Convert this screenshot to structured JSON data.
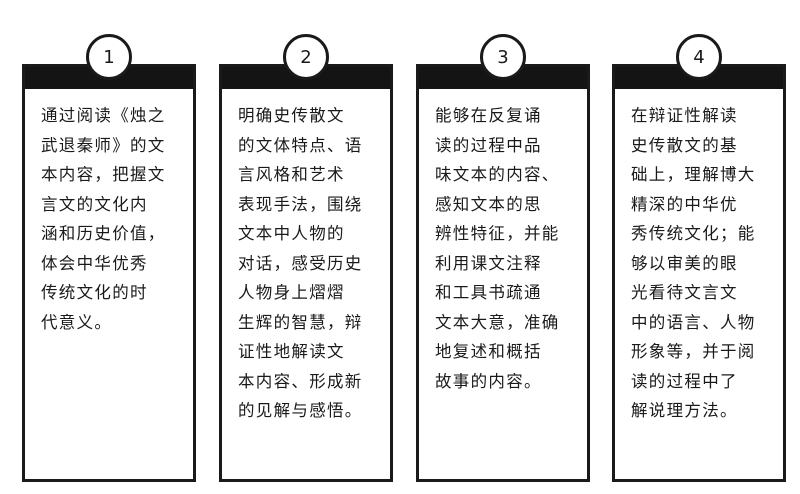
{
  "steps": [
    {
      "number": "1",
      "lines": [
        "通过阅读《烛之",
        "武退秦师》的文",
        "本内容，把握文",
        "言文的文化内",
        "涵和历史价值，",
        "体会中华优秀",
        "传统文化的时",
        "代意义。"
      ]
    },
    {
      "number": "2",
      "lines": [
        "明确史传散文",
        "的文体特点、语",
        "言风格和艺术",
        "表现手法，围绕",
        "文本中人物的",
        "对话，感受历史",
        "人物身上熠熠",
        "生辉的智慧，辩",
        "证性地解读文",
        "本内容、形成新",
        "的见解与感悟。"
      ]
    },
    {
      "number": "3",
      "lines": [
        "能够在反复诵",
        "读的过程中品",
        "味文本的内容、",
        "感知文本的思",
        "辨性特征，并能",
        "利用课文注释",
        "和工具书疏通",
        "文本大意，准确",
        "地复述和概括",
        "故事的内容。"
      ]
    },
    {
      "number": "4",
      "lines": [
        "在辩证性解读",
        "史传散文的基",
        "础上，理解博大",
        "精深的中华优",
        "秀传统文化；能",
        "够以审美的眼",
        "光看待文言文",
        "中的语言、人物",
        "形象等，并于阅",
        "读的过程中了",
        "解说理方法。"
      ]
    }
  ]
}
